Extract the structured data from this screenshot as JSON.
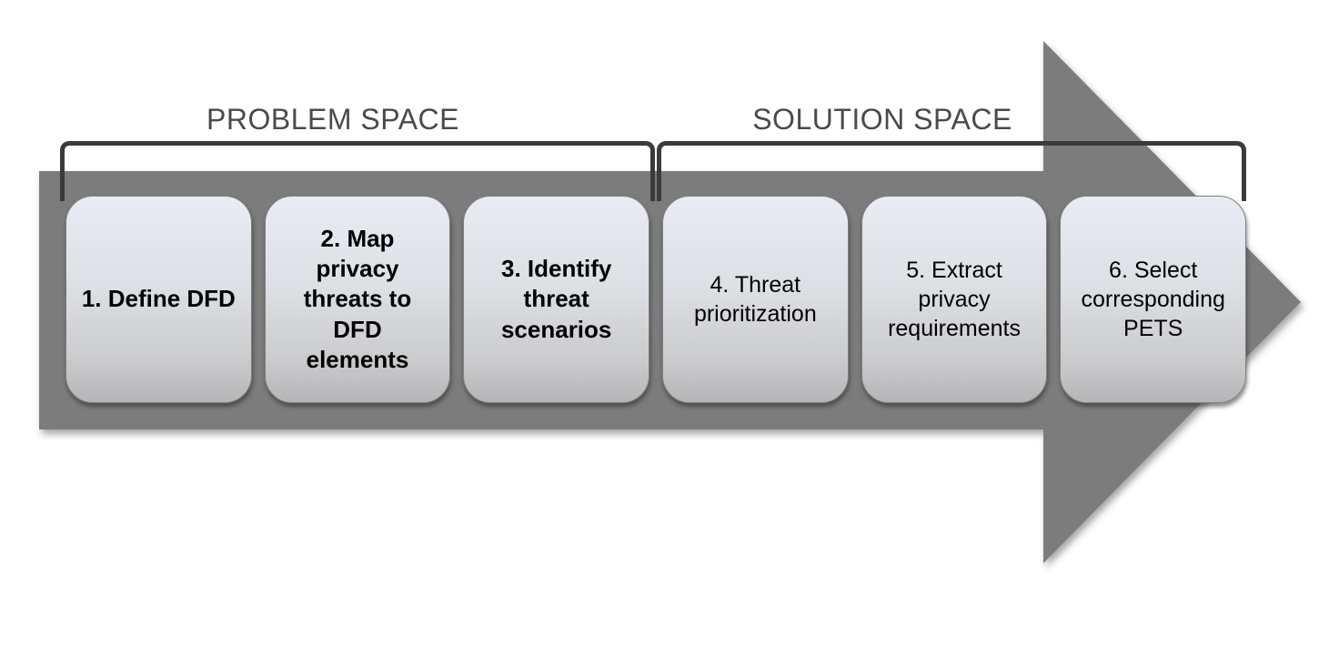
{
  "colors": {
    "arrow": "#7c7c7c",
    "bracket": "#3b3b3b",
    "label_text": "#4a4a4a",
    "box_border": "#7f7f7f",
    "box_text": "#000000",
    "box_gradient_top": "#e9ecf4",
    "box_gradient_bottom": "#b5b6b8"
  },
  "header": {
    "problem_label": "PROBLEM SPACE",
    "solution_label": "SOLUTION SPACE"
  },
  "steps": [
    {
      "label": "1. Define DFD",
      "emphasis": true
    },
    {
      "label": "2. Map\nprivacy\nthreats to\nDFD\nelements",
      "emphasis": true
    },
    {
      "label": "3. Identify\nthreat\nscenarios",
      "emphasis": true
    },
    {
      "label": "4. Threat\nprioritization",
      "emphasis": false
    },
    {
      "label": "5. Extract\nprivacy\nrequirements",
      "emphasis": false
    },
    {
      "label": "6. Select\ncorresponding\nPETS",
      "emphasis": false
    }
  ]
}
